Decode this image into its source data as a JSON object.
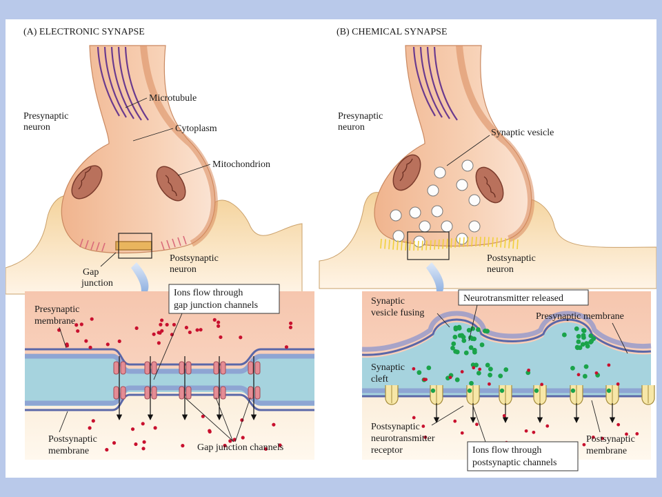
{
  "panel_a": {
    "title": "(A)  ELECTRONIC SYNAPSE",
    "labels": {
      "microtubule": "Microtubule",
      "cytoplasm": "Cytoplasm",
      "mitochondrion": "Mitochondrion",
      "presynaptic_neuron": [
        "Presynaptic",
        "neuron"
      ],
      "postsynaptic_neuron": [
        "Postsynaptic",
        "neuron"
      ],
      "gap_junction": [
        "Gap",
        "junction"
      ],
      "presynaptic_membrane": [
        "Presynaptic",
        "membrane"
      ],
      "postsynaptic_membrane": [
        "Postsynaptic",
        "membrane"
      ],
      "gap_junction_channels": "Gap junction channels"
    },
    "callout": [
      "Ions flow through",
      "gap junction channels"
    ]
  },
  "panel_b": {
    "title": "(B)  CHEMICAL SYNAPSE",
    "labels": {
      "presynaptic_neuron": [
        "Presynaptic",
        "neuron"
      ],
      "synaptic_vesicle": "Synaptic vesicle",
      "postsynaptic_neuron": [
        "Postsynaptic",
        "neuron"
      ],
      "vesicle_fusing": [
        "Synaptic",
        "vesicle fusing"
      ],
      "presynaptic_membrane": "Presynaptic membrane",
      "synaptic_cleft": [
        "Synaptic",
        "cleft"
      ],
      "postsynaptic_receptor": [
        "Postsynaptic",
        "neurotransmitter",
        "receptor"
      ],
      "postsynaptic_membrane": [
        "Postsynaptic",
        "membrane"
      ]
    },
    "callout_top": "Neurotransmitter released",
    "callout_bottom": [
      "Ions flow through",
      "postsynaptic channels"
    ]
  },
  "colors": {
    "neuron": "#f3c29f",
    "neuron_dark": "#e2966c",
    "membrane": "#6f7fbf",
    "cleft": "#a7d3dc",
    "ion": "#c8102e",
    "neurotransmitter": "#1aa34a",
    "arrow": "#6a96d6"
  }
}
